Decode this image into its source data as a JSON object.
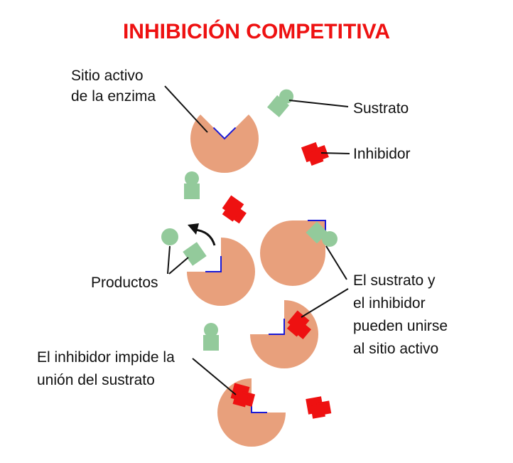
{
  "title": "INHIBICIÓN COMPETITIVA",
  "labels": {
    "active_site": [
      "Sitio activo",
      "de la enzima"
    ],
    "substrate": "Sustrato",
    "inhibitor": "Inhibidor",
    "products": "Productos",
    "both_bind": [
      "El sustrato y",
      "el inhibidor",
      "pueden unirse",
      "al sitio activo"
    ],
    "inhibitor_blocks": [
      "El inhibidor impide la",
      "unión del sustrato"
    ]
  },
  "colors": {
    "title": "#ee1111",
    "enzyme": "#e8a07c",
    "substrate": "#93ca9b",
    "inhibitor": "#ee1111",
    "active_site_outline": "#1a1ad6",
    "pointer_line": "#111111"
  }
}
